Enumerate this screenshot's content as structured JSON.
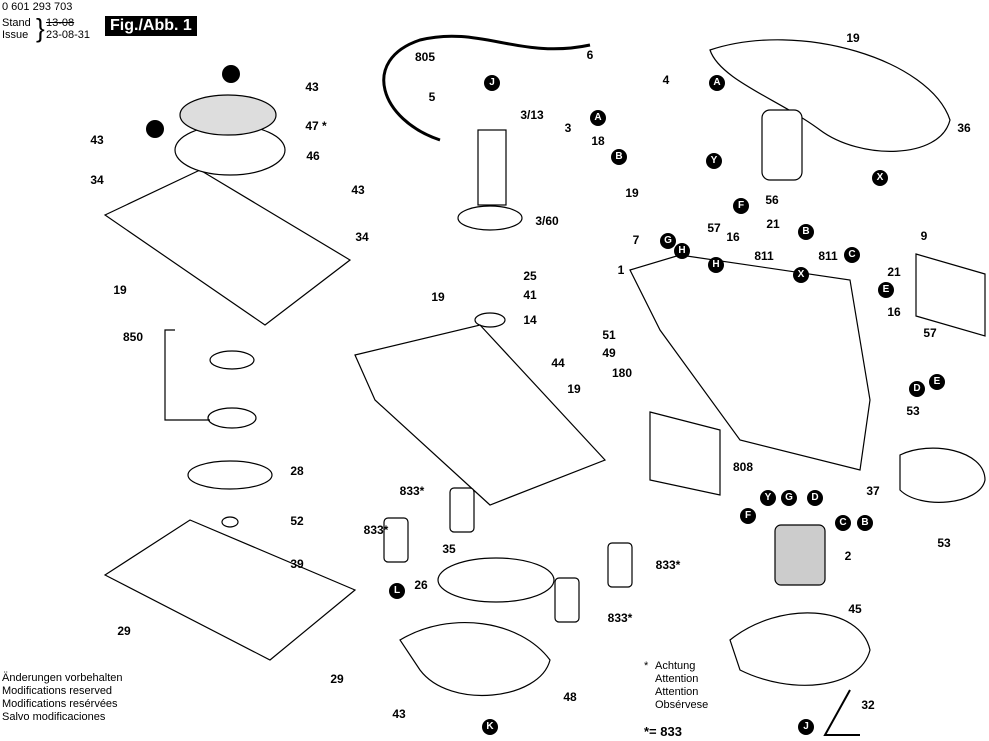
{
  "header": {
    "part_number": "0 601 293 703",
    "stand_label": "Stand",
    "issue_label": "Issue",
    "old_date": "13-08",
    "date": "23-08-31",
    "figure_label": "Fig./Abb. 1"
  },
  "footer": {
    "modifications": [
      "Änderungen vorbehalten",
      "Modifications reserved",
      "Modifications resérvées",
      "Salvo modificaciones"
    ],
    "attention_mark": "*",
    "attention": [
      "Achtung",
      "Attention",
      "Attention",
      "Obsérvese"
    ],
    "legend": "*= 833"
  },
  "callouts": [
    "43",
    "47 *",
    "46",
    "43",
    "34",
    "43",
    "34",
    "19",
    "850",
    "28",
    "52",
    "39",
    "29",
    "29",
    "805",
    "5",
    "6",
    "3/13",
    "3",
    "3/60",
    "25",
    "41",
    "14",
    "19",
    "44",
    "19",
    "833*",
    "833*",
    "35",
    "26",
    "833*",
    "833*",
    "48",
    "43",
    "4",
    "18",
    "56",
    "57",
    "19",
    "21",
    "16",
    "7",
    "811",
    "811",
    "21",
    "16",
    "1",
    "9",
    "57",
    "51",
    "49",
    "180",
    "53",
    "808",
    "37",
    "2",
    "53",
    "45",
    "32",
    "19",
    "36"
  ],
  "connectors": [
    "J",
    "A",
    "B",
    "A",
    "Y",
    "X",
    "F",
    "G",
    "H",
    "H",
    "C",
    "X",
    "E",
    "D",
    "E",
    "B",
    "L",
    "K",
    "J",
    "F",
    "Y",
    "G",
    "D",
    "C",
    "B"
  ]
}
